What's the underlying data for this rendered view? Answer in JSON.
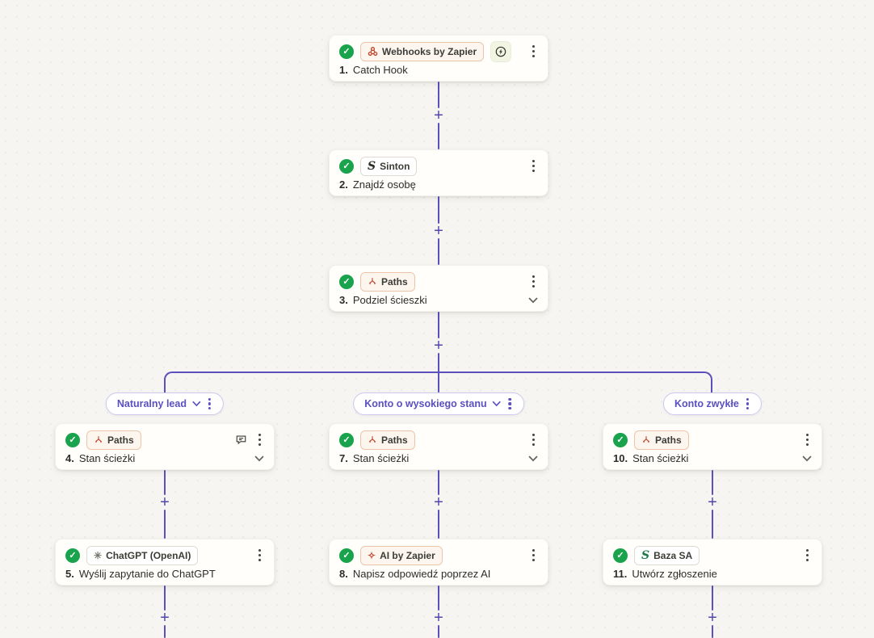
{
  "icons": {
    "plus": "+",
    "check": "✓",
    "s_logo": "S",
    "openai": "✳",
    "sparkle": "✧"
  },
  "colors": {
    "canvas_bg": "#f7f5f1",
    "connector_indigo": "#5b50bd",
    "success_green": "#18a34c",
    "builtin_app_orange": "#c2452d",
    "card_bg": "#fffefb"
  },
  "nodes": [
    {
      "number": "1.",
      "title": "Catch Hook",
      "app": "Webhooks by Zapier"
    },
    {
      "number": "2.",
      "title": "Znajdź osobę",
      "app": "Sinton"
    },
    {
      "number": "3.",
      "title": "Podziel ścieszki",
      "app": "Paths"
    },
    {
      "number": "4.",
      "title": "Stan ścieżki",
      "app": "Paths"
    },
    {
      "number": "5.",
      "title": "Wyślij zapytanie do ChatGPT",
      "app": "ChatGPT (OpenAI)"
    },
    {
      "number": "7.",
      "title": "Stan ścieżki",
      "app": "Paths"
    },
    {
      "number": "8.",
      "title": "Napisz odpowiedź poprzez AI",
      "app": "AI by Zapier"
    },
    {
      "number": "10.",
      "title": "Stan ścieżki",
      "app": "Paths"
    },
    {
      "number": "11.",
      "title": "Utwórz zgłoszenie",
      "app": "Baza SA"
    }
  ],
  "branches": [
    {
      "label": "Naturalny lead"
    },
    {
      "label": "Konto o wysokiego stanu"
    },
    {
      "label": "Konto zwykłe"
    }
  ]
}
